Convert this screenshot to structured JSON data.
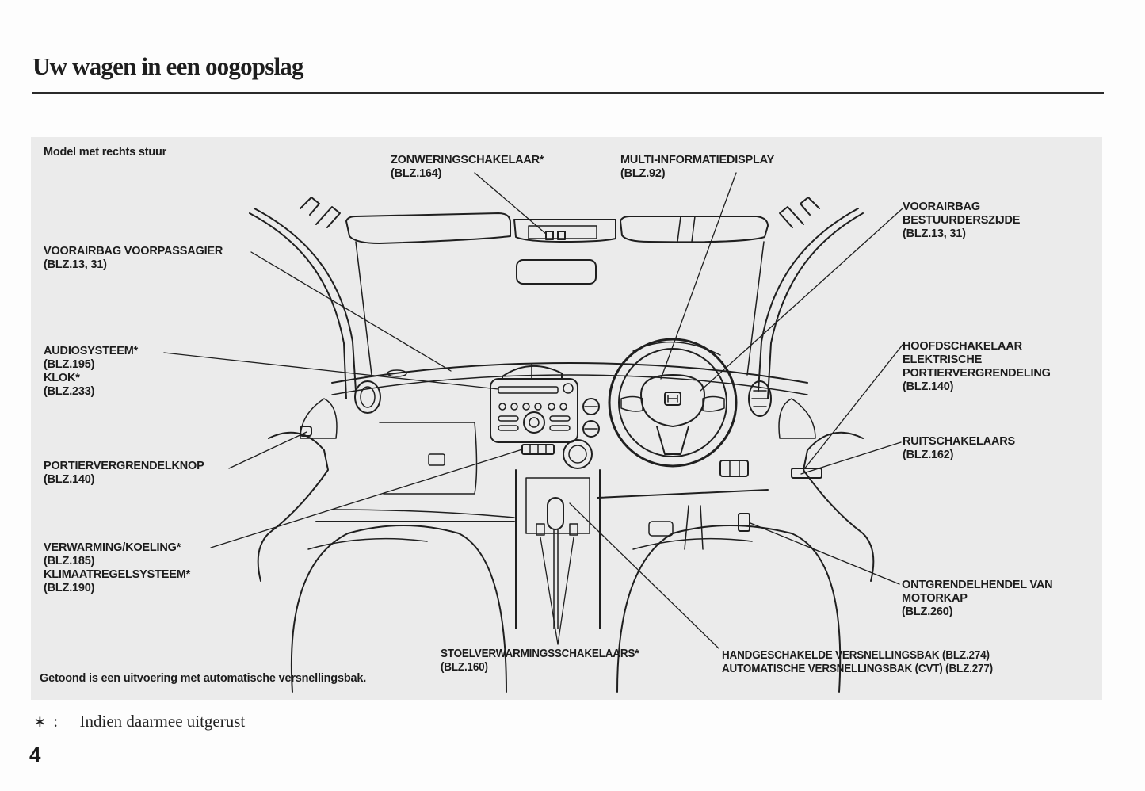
{
  "header": {
    "title": "Uw wagen in een oogopslag"
  },
  "diagram": {
    "model_note": "Model met rechts stuur",
    "caption": "Getoond is een uitvoering met automatische versnellingsbak.",
    "callouts": {
      "sunshade_switch": [
        "ZONWERINGSCHAKELAAR*",
        "(BLZ.164)"
      ],
      "multi_info_display": [
        "MULTI-INFORMATIEDISPLAY",
        "(BLZ.92)"
      ],
      "driver_airbag": [
        "VOORAIRBAG",
        "BESTUURDERSZIJDE",
        "(BLZ.13, 31)"
      ],
      "passenger_airbag": [
        "VOORAIRBAG VOORPASSAGIER",
        "(BLZ.13, 31)"
      ],
      "audio_clock": [
        "AUDIOSYSTEEM*",
        "(BLZ.195)",
        "KLOK*",
        "(BLZ.233)"
      ],
      "master_door_lock": [
        "HOOFDSCHAKELAAR",
        "ELEKTRISCHE",
        "PORTIERVERGRENDELING",
        "(BLZ.140)"
      ],
      "door_lock_knob": [
        "PORTIERVERGRENDELKNOP",
        "(BLZ.140)"
      ],
      "window_switches": [
        "RUITSCHAKELAARS",
        "(BLZ.162)"
      ],
      "heating_climate": [
        "VERWARMING/KOELING*",
        "(BLZ.185)",
        "KLIMAATREGELSYSTEEM*",
        "(BLZ.190)"
      ],
      "hood_release": [
        "ONTGRENDELHENDEL VAN",
        "MOTORKAP",
        "(BLZ.260)"
      ],
      "seat_heater_switches": [
        "STOELVERWARMINGSSCHAKELAARS*",
        "(BLZ.160)"
      ],
      "transmission": [
        "HANDGESCHAKELDE VERSNELLINGSBAK (BLZ.274)",
        "AUTOMATISCHE VERSNELLINGSBAK (CVT) (BLZ.277)"
      ]
    }
  },
  "footnote": {
    "symbol": "∗",
    "separator": ":",
    "text": "Indien daarmee uitgerust"
  },
  "page_number": "4"
}
